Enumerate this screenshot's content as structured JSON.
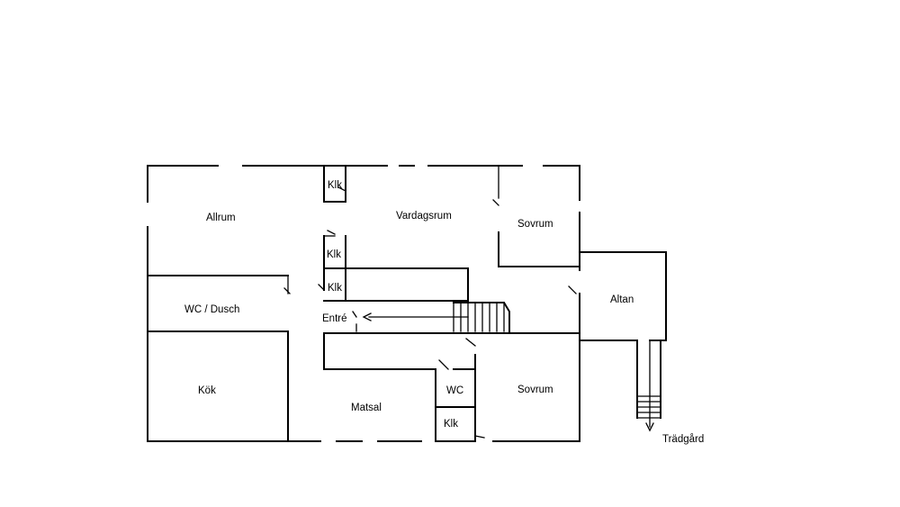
{
  "rooms": {
    "allrum": "Allrum",
    "vardagsrum": "Vardagsrum",
    "sovrum_top": "Sovrum",
    "klk_1": "Klk",
    "klk_2": "Klk",
    "klk_3": "Klk",
    "wc_dusch": "WC / Dusch",
    "entre": "Entré",
    "altan": "Altan",
    "kok": "Kök",
    "matsal": "Matsal",
    "wc": "WC",
    "klk_4": "Klk",
    "sovrum_bottom": "Sovrum",
    "tradgard": "Trädgård"
  }
}
